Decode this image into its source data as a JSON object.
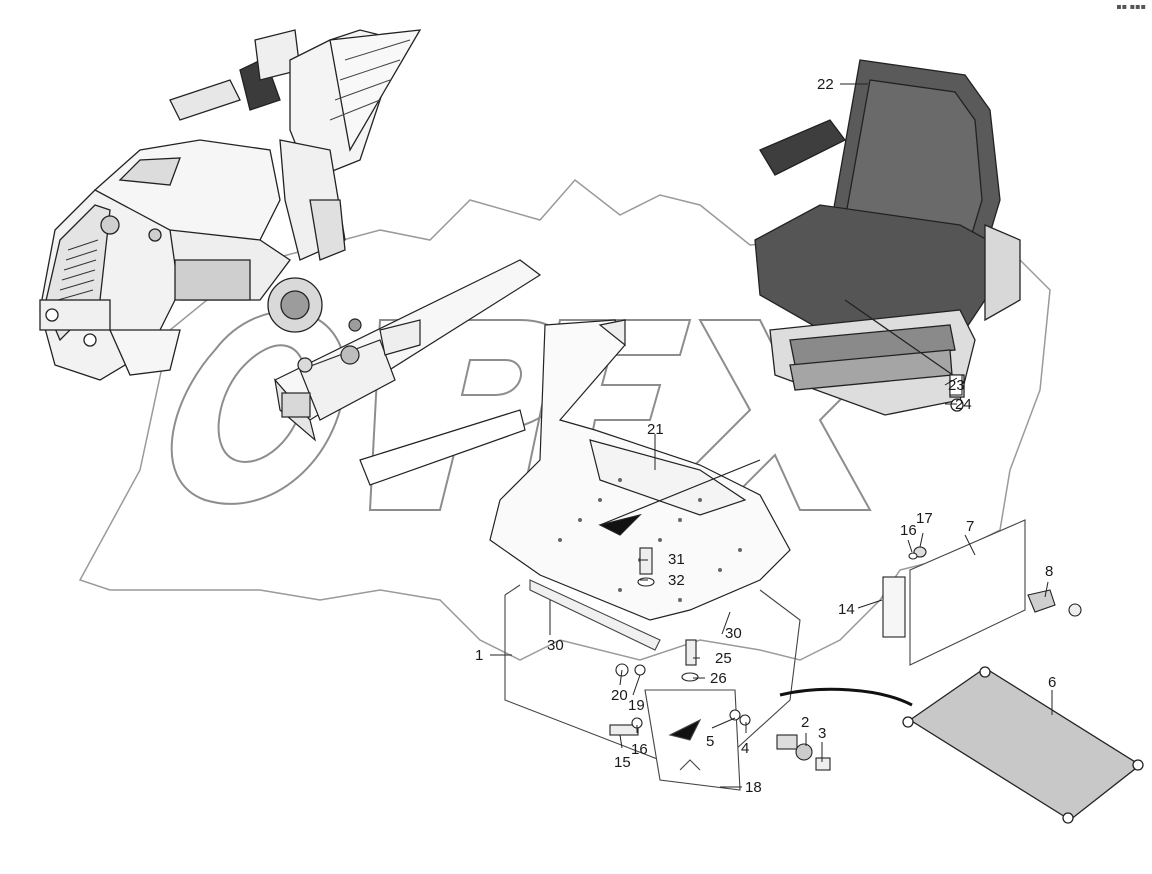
{
  "watermark": {
    "text": "OPEX",
    "color": "#9a9a9a"
  },
  "corner_mark": "▪▪ ▪▪▪",
  "callouts": [
    {
      "id": "c22",
      "label": "22"
    },
    {
      "id": "c23",
      "label": "23"
    },
    {
      "id": "c24",
      "label": "24"
    },
    {
      "id": "c21",
      "label": "21"
    },
    {
      "id": "c31",
      "label": "31"
    },
    {
      "id": "c32",
      "label": "32"
    },
    {
      "id": "c30a",
      "label": "30"
    },
    {
      "id": "c30b",
      "label": "30"
    },
    {
      "id": "c1",
      "label": "1"
    },
    {
      "id": "c25",
      "label": "25"
    },
    {
      "id": "c26",
      "label": "26"
    },
    {
      "id": "c20",
      "label": "20"
    },
    {
      "id": "c19",
      "label": "19"
    },
    {
      "id": "c16a",
      "label": "16"
    },
    {
      "id": "c15",
      "label": "15"
    },
    {
      "id": "c5",
      "label": "5"
    },
    {
      "id": "c4",
      "label": "4"
    },
    {
      "id": "c2",
      "label": "2"
    },
    {
      "id": "c3",
      "label": "3"
    },
    {
      "id": "c18",
      "label": "18"
    },
    {
      "id": "c14",
      "label": "14"
    },
    {
      "id": "c16b",
      "label": "16"
    },
    {
      "id": "c17",
      "label": "17"
    },
    {
      "id": "c7",
      "label": "7"
    },
    {
      "id": "c8",
      "label": "8"
    },
    {
      "id": "c6",
      "label": "6"
    }
  ]
}
